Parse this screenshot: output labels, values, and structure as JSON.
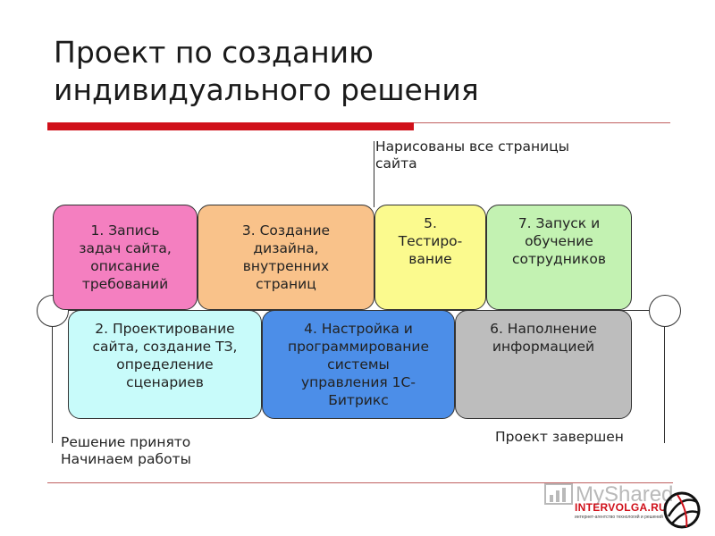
{
  "title_line1": "Проект по созданию",
  "title_line2": "индивидуального решения",
  "note_top": "Нарисованы все страницы\nсайта",
  "note_start_line1": "Решение принято",
  "note_start_line2": "Начинаем работы",
  "note_end": "Проект завершен",
  "steps_top": [
    {
      "label": "1. Запись\nзадач сайта,\nописание\nтребований",
      "color": "#f47fc0"
    },
    {
      "label": "3. Создание\nдизайна,\nвнутренних\nстраниц",
      "color": "#f9c28a"
    },
    {
      "label": "5.\nТестиро-\nвание",
      "color": "#fbfa8e"
    },
    {
      "label": "7. Запуск и\nобучение\nсотрудников",
      "color": "#c3f2b2"
    }
  ],
  "steps_bottom": [
    {
      "label": "2. Проектирование\nсайта, создание ТЗ,\nопределение\nсценариев",
      "color": "#c8fbfa"
    },
    {
      "label": "4. Настройка и\nпрограммирование\nсистемы\nуправления 1С-\nБитрикс",
      "color": "#4c8ee8"
    },
    {
      "label": "6. Наполнение\nинформацией",
      "color": "#bdbdbd"
    }
  ],
  "watermark": "MyShared",
  "logo": "INTERVOLGA.RU",
  "logo_sub": "интернет-агентство технологий и решений"
}
